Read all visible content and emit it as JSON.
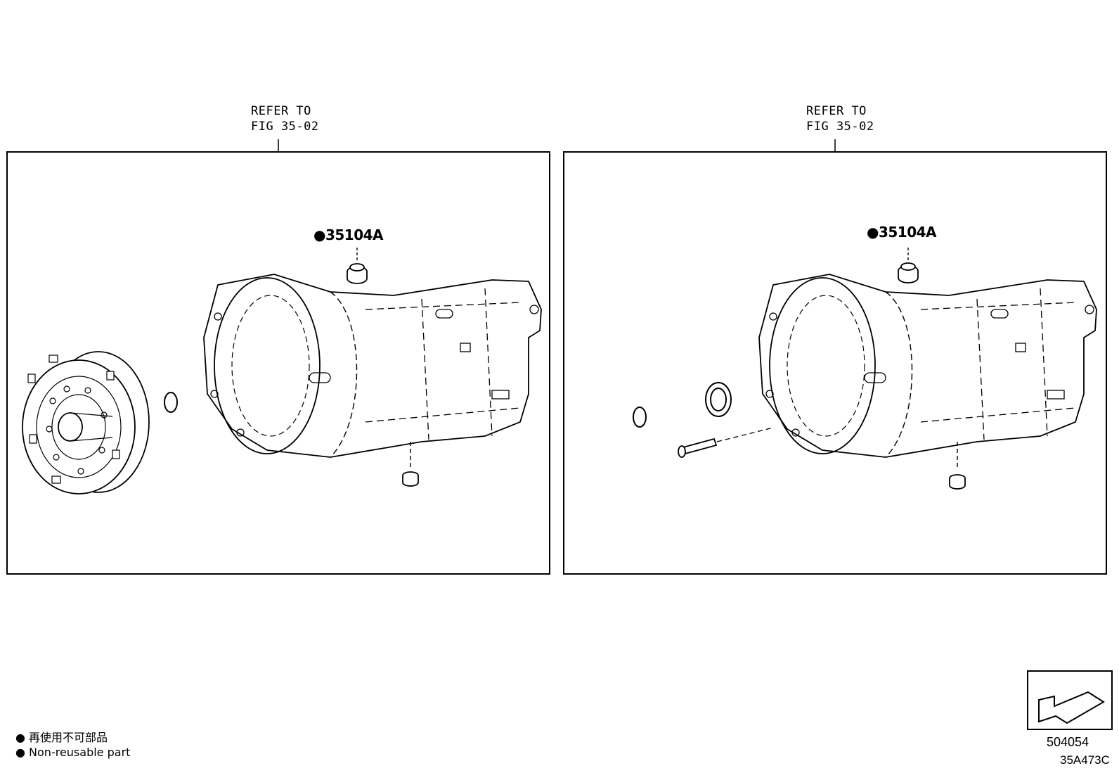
{
  "callouts": {
    "left_ref_line1": "REFER TO",
    "left_ref_line2": "FIG 35-02",
    "right_ref_line1": "REFER TO",
    "right_ref_line2": "FIG 35-02",
    "left_part": "●35104A",
    "right_part": "●35104A"
  },
  "legend": {
    "japanese": "● 再使用不可部品",
    "english": "● Non-reusable part"
  },
  "footer": {
    "catalog_number": "504054",
    "illustration_code": "35A473C"
  }
}
